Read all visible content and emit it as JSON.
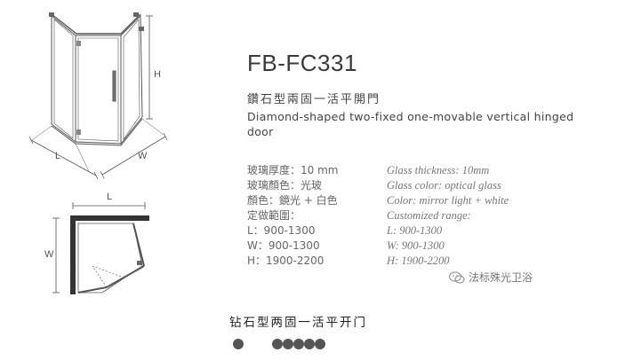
{
  "product": {
    "model": "FB-FC331",
    "name_zh": "鑽石型兩固一活平開門",
    "name_en": "Diamond-shaped two-fixed one-movable vertical hinged door"
  },
  "specs": {
    "zh": [
      "玻璃厚度：10 mm",
      "玻璃顏色：光玻",
      "顏色：鏡光 + 白色",
      "定做範圍：",
      "L：900-1300",
      "W：900-1300",
      "H：1900-2200"
    ],
    "en": [
      "Glass thickness: 10mm",
      "Glass color: optical glass",
      "Color: mirror light + white",
      "Customized range:",
      "L: 900-1300",
      "W: 900-1300",
      "H: 1900-2200"
    ]
  },
  "drawing_labels": {
    "height": "H",
    "length": "L",
    "width": "W",
    "plan_length": "L",
    "plan_width": "W"
  },
  "watermark": "法标殊光卫浴",
  "caption": "钻石型两固一活平开门",
  "colors": {
    "line": "#555555",
    "text_dark": "#333333",
    "dot": "#555555"
  }
}
